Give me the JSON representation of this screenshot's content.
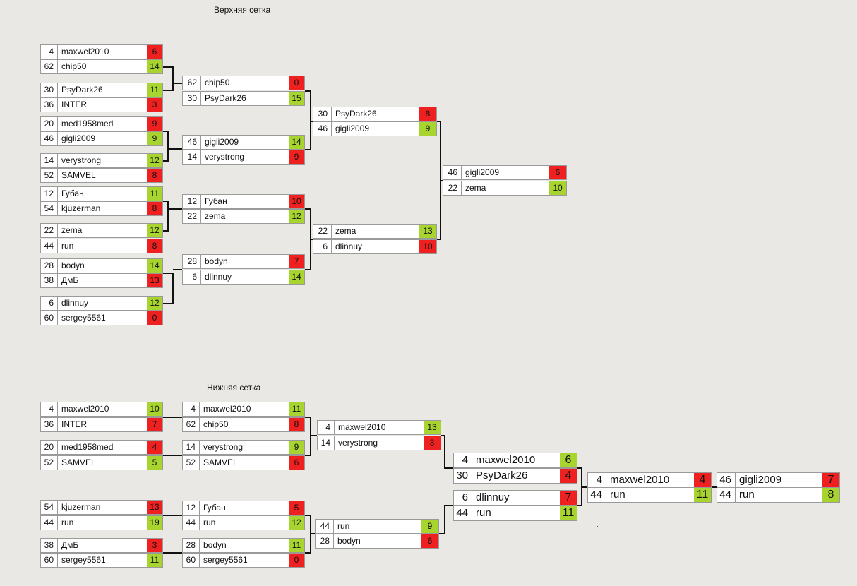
{
  "upper_title": "Верхняя сетка",
  "lower_title": "Нижняя сетка",
  "upper": [
    [
      {
        "seed": "4",
        "name": "maxwel2010",
        "score": "6",
        "win": false
      },
      {
        "seed": "62",
        "name": "chip50",
        "score": "14",
        "win": true
      }
    ],
    [
      {
        "seed": "30",
        "name": "PsyDark26",
        "score": "11",
        "win": true
      },
      {
        "seed": "36",
        "name": "INTER",
        "score": "3",
        "win": false
      }
    ],
    [
      {
        "seed": "20",
        "name": "med1958med",
        "score": "9",
        "win": false
      },
      {
        "seed": "46",
        "name": "gigli2009",
        "score": "9",
        "win": true
      }
    ],
    [
      {
        "seed": "14",
        "name": "verystrong",
        "score": "12",
        "win": true
      },
      {
        "seed": "52",
        "name": "SAMVEL",
        "score": "8",
        "win": false
      }
    ],
    [
      {
        "seed": "12",
        "name": "Губан",
        "score": "11",
        "win": true
      },
      {
        "seed": "54",
        "name": "kjuzerman",
        "score": "8",
        "win": false
      }
    ],
    [
      {
        "seed": "22",
        "name": "zema",
        "score": "12",
        "win": true
      },
      {
        "seed": "44",
        "name": "run",
        "score": "8",
        "win": false
      }
    ],
    [
      {
        "seed": "28",
        "name": "bodyn",
        "score": "14",
        "win": true
      },
      {
        "seed": "38",
        "name": "ДмБ",
        "score": "13",
        "win": false
      }
    ],
    [
      {
        "seed": "6",
        "name": "dlinnuy",
        "score": "12",
        "win": true
      },
      {
        "seed": "60",
        "name": "sergey5561",
        "score": "0",
        "win": false
      }
    ],
    [
      {
        "seed": "62",
        "name": "chip50",
        "score": "0",
        "win": false
      },
      {
        "seed": "30",
        "name": "PsyDark26",
        "score": "15",
        "win": true
      }
    ],
    [
      {
        "seed": "46",
        "name": "gigli2009",
        "score": "14",
        "win": true
      },
      {
        "seed": "14",
        "name": "verystrong",
        "score": "9",
        "win": false
      }
    ],
    [
      {
        "seed": "12",
        "name": "Губан",
        "score": "10",
        "win": false
      },
      {
        "seed": "22",
        "name": "zema",
        "score": "12",
        "win": true
      }
    ],
    [
      {
        "seed": "28",
        "name": "bodyn",
        "score": "7",
        "win": false
      },
      {
        "seed": "6",
        "name": "dlinnuy",
        "score": "14",
        "win": true
      }
    ],
    [
      {
        "seed": "30",
        "name": "PsyDark26",
        "score": "8",
        "win": false
      },
      {
        "seed": "46",
        "name": "gigli2009",
        "score": "9",
        "win": true
      }
    ],
    [
      {
        "seed": "22",
        "name": "zema",
        "score": "13",
        "win": true
      },
      {
        "seed": "6",
        "name": "dlinnuy",
        "score": "10",
        "win": false
      }
    ],
    [
      {
        "seed": "46",
        "name": "gigli2009",
        "score": "6",
        "win": false
      },
      {
        "seed": "22",
        "name": "zema",
        "score": "10",
        "win": true
      }
    ]
  ],
  "lower": [
    [
      {
        "seed": "4",
        "name": "maxwel2010",
        "score": "10",
        "win": true
      },
      {
        "seed": "36",
        "name": "INTER",
        "score": "7",
        "win": false
      }
    ],
    [
      {
        "seed": "20",
        "name": "med1958med",
        "score": "4",
        "win": false
      },
      {
        "seed": "52",
        "name": "SAMVEL",
        "score": "5",
        "win": true
      }
    ],
    [
      {
        "seed": "54",
        "name": "kjuzerman",
        "score": "13",
        "win": false
      },
      {
        "seed": "44",
        "name": "run",
        "score": "19",
        "win": true
      }
    ],
    [
      {
        "seed": "38",
        "name": "ДмБ",
        "score": "3",
        "win": false
      },
      {
        "seed": "60",
        "name": "sergey5561",
        "score": "11",
        "win": true
      }
    ],
    [
      {
        "seed": "4",
        "name": "maxwel2010",
        "score": "11",
        "win": true
      },
      {
        "seed": "62",
        "name": "chip50",
        "score": "8",
        "win": false
      }
    ],
    [
      {
        "seed": "14",
        "name": "verystrong",
        "score": "9",
        "win": true
      },
      {
        "seed": "52",
        "name": "SAMVEL",
        "score": "6",
        "win": false
      }
    ],
    [
      {
        "seed": "12",
        "name": "Губан",
        "score": "5",
        "win": false
      },
      {
        "seed": "44",
        "name": "run",
        "score": "12",
        "win": true
      }
    ],
    [
      {
        "seed": "28",
        "name": "bodyn",
        "score": "11",
        "win": true
      },
      {
        "seed": "60",
        "name": "sergey5561",
        "score": "0",
        "win": false
      }
    ],
    [
      {
        "seed": "4",
        "name": "maxwel2010",
        "score": "13",
        "win": true
      },
      {
        "seed": "14",
        "name": "verystrong",
        "score": "3",
        "win": false
      }
    ],
    [
      {
        "seed": "44",
        "name": "run",
        "score": "9",
        "win": true
      },
      {
        "seed": "28",
        "name": "bodyn",
        "score": "6",
        "win": false
      }
    ],
    [
      {
        "seed": "4",
        "name": "maxwel2010",
        "score": "6",
        "win": true
      },
      {
        "seed": "30",
        "name": "PsyDark26",
        "score": "4",
        "win": false
      }
    ],
    [
      {
        "seed": "6",
        "name": "dlinnuy",
        "score": "7",
        "win": false
      },
      {
        "seed": "44",
        "name": "run",
        "score": "11",
        "win": true
      }
    ],
    [
      {
        "seed": "4",
        "name": "maxwel2010",
        "score": "4",
        "win": false
      },
      {
        "seed": "44",
        "name": "run",
        "score": "11",
        "win": true
      }
    ],
    [
      {
        "seed": "46",
        "name": "gigli2009",
        "score": "7",
        "win": false
      },
      {
        "seed": "44",
        "name": "run",
        "score": "8",
        "win": true
      }
    ]
  ],
  "colors": {
    "win": "#a8d42f",
    "lose": "#ee2020",
    "background": "#e9e8e4"
  }
}
